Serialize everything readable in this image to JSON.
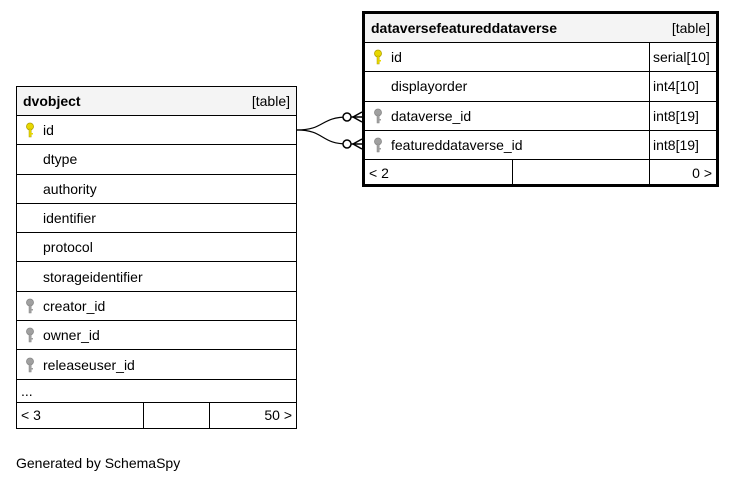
{
  "tables": {
    "dvobject": {
      "name": "dvobject",
      "kind": "[table]",
      "columns": [
        {
          "name": "id",
          "key": "primary"
        },
        {
          "name": "dtype",
          "key": "none"
        },
        {
          "name": "authority",
          "key": "none"
        },
        {
          "name": "identifier",
          "key": "none"
        },
        {
          "name": "protocol",
          "key": "none"
        },
        {
          "name": "storageidentifier",
          "key": "none"
        },
        {
          "name": "creator_id",
          "key": "foreign"
        },
        {
          "name": "owner_id",
          "key": "foreign"
        },
        {
          "name": "releaseuser_id",
          "key": "foreign"
        }
      ],
      "more": "...",
      "footer": {
        "parents": "< 3",
        "children": "50 >"
      }
    },
    "dataversefeatureddataverse": {
      "name": "dataversefeatureddataverse",
      "kind": "[table]",
      "columns": [
        {
          "name": "id",
          "type": "serial[10]",
          "key": "primary"
        },
        {
          "name": "displayorder",
          "type": "int4[10]",
          "key": "none"
        },
        {
          "name": "dataverse_id",
          "type": "int8[19]",
          "key": "foreign"
        },
        {
          "name": "featureddataverse_id",
          "type": "int8[19]",
          "key": "foreign"
        }
      ],
      "footer": {
        "parents": "< 2",
        "children": "0 >"
      }
    }
  },
  "caption": "Generated by SchemaSpy",
  "colors": {
    "primary_key": "#e8d800",
    "foreign_key": "#a0a0a0",
    "header_bg": "#f4f4f4"
  }
}
